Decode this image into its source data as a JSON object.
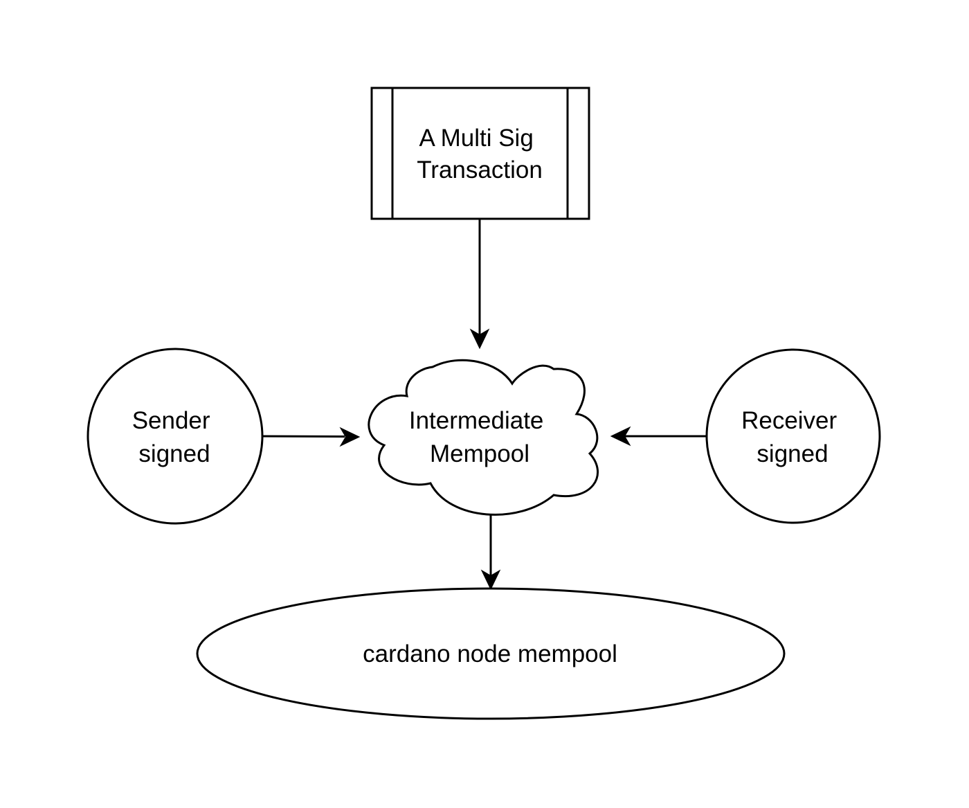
{
  "diagram": {
    "nodes": {
      "transaction": {
        "shape": "process-box",
        "lines": [
          "A Multi Sig",
          "Transaction"
        ]
      },
      "sender": {
        "shape": "circle",
        "lines": [
          "Sender",
          "signed"
        ]
      },
      "mempool": {
        "shape": "cloud",
        "lines": [
          "Intermediate",
          "Mempool"
        ]
      },
      "receiver": {
        "shape": "circle",
        "lines": [
          "Receiver",
          "signed"
        ]
      },
      "cardano": {
        "shape": "ellipse",
        "lines": [
          "cardano node mempool"
        ]
      }
    },
    "edges": [
      {
        "from": "transaction",
        "to": "mempool"
      },
      {
        "from": "sender",
        "to": "mempool"
      },
      {
        "from": "receiver",
        "to": "mempool"
      },
      {
        "from": "mempool",
        "to": "cardano"
      }
    ],
    "colors": {
      "stroke": "#000000",
      "fill": "#ffffff",
      "background": "#ffffff"
    }
  }
}
